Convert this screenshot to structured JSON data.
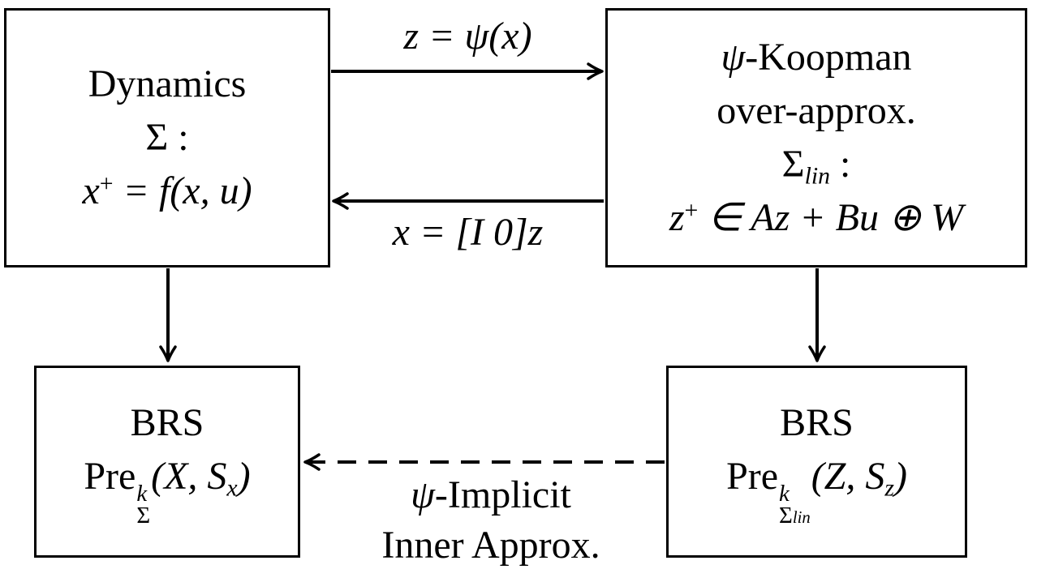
{
  "colors": {
    "background": "#ffffff",
    "line": "#000000",
    "text": "#000000"
  },
  "boxes": {
    "dynamics": {
      "title": "Dynamics",
      "sigma": "Σ",
      "sigma_colon": " :",
      "eq_base": "x",
      "eq_sup": "+",
      "eq_rest": " = f(x, u)"
    },
    "koopman": {
      "psi": "ψ",
      "title_rest": "-Koopman",
      "line2": "over-approx.",
      "sigma": "Σ",
      "sigma_sub": "lin",
      "sigma_colon": " :",
      "eq_base": "z",
      "eq_sup": "+",
      "eq_rest": " ∈ Az + Bu ⊕ W"
    },
    "brs_x": {
      "title": "BRS",
      "pre": "Pre",
      "pre_sup": "k",
      "pre_sub": "Σ",
      "args_open": "(X, S",
      "args_sub": "x",
      "args_close": ")"
    },
    "brs_z": {
      "title": "BRS",
      "pre": "Pre",
      "pre_sup": "k",
      "pre_sub_sigma": "Σ",
      "pre_sub_lin": "lin",
      "args_open": "(Z, S",
      "args_sub": "z",
      "args_close": ")"
    }
  },
  "arrows": {
    "lift": {
      "label": "z = ψ(x)"
    },
    "projection": {
      "label": "x = [I 0]z"
    },
    "implicit": {
      "label_line1_psi": "ψ",
      "label_line1_rest": "-Implicit",
      "label_line2": "Inner Approx."
    }
  }
}
